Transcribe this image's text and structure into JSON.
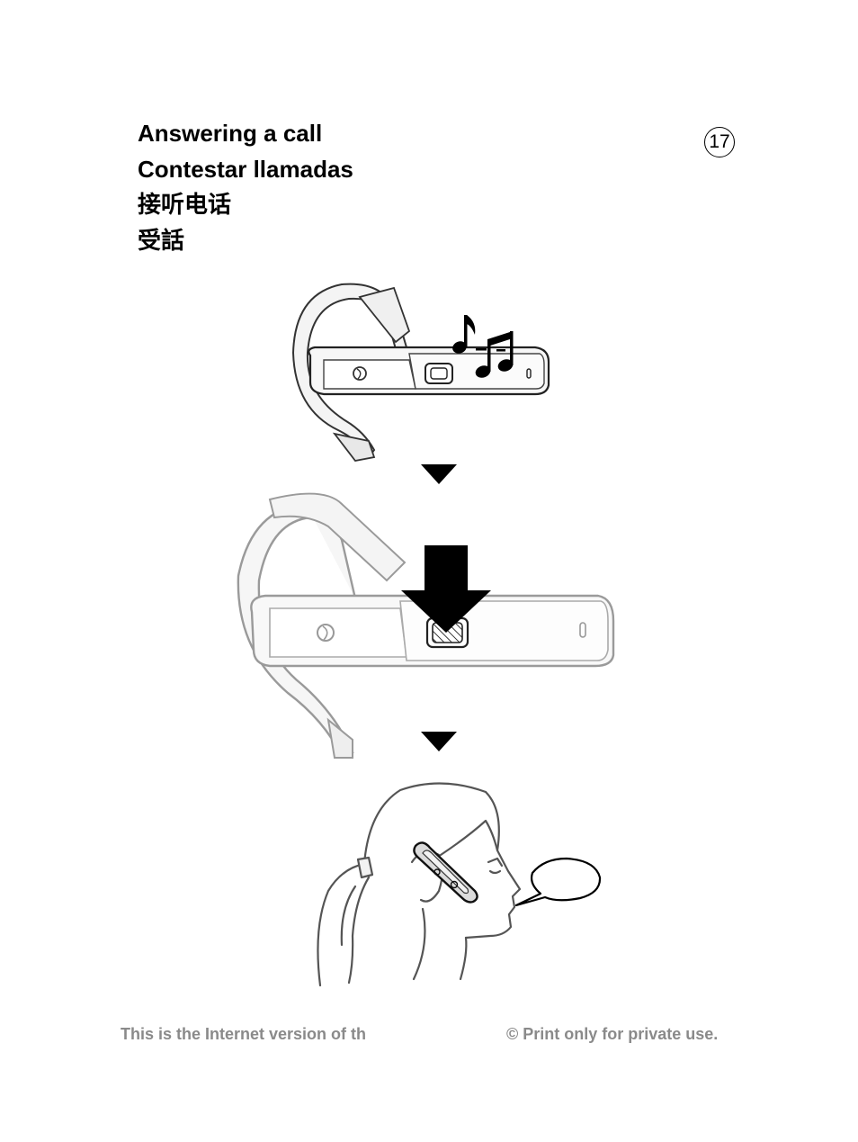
{
  "titles": {
    "en": "Answering a call",
    "es": "Contestar llamadas",
    "zh": "接听电话",
    "ja": "受話"
  },
  "page_number": "17",
  "footer": {
    "left": "This is the Internet version of th",
    "right": "© Print only for private use."
  },
  "icons": {
    "ringing": "music-notes-icon",
    "next_step": "down-triangle-icon",
    "press": "down-arrow-icon",
    "speech": "speech-bubble-icon"
  }
}
